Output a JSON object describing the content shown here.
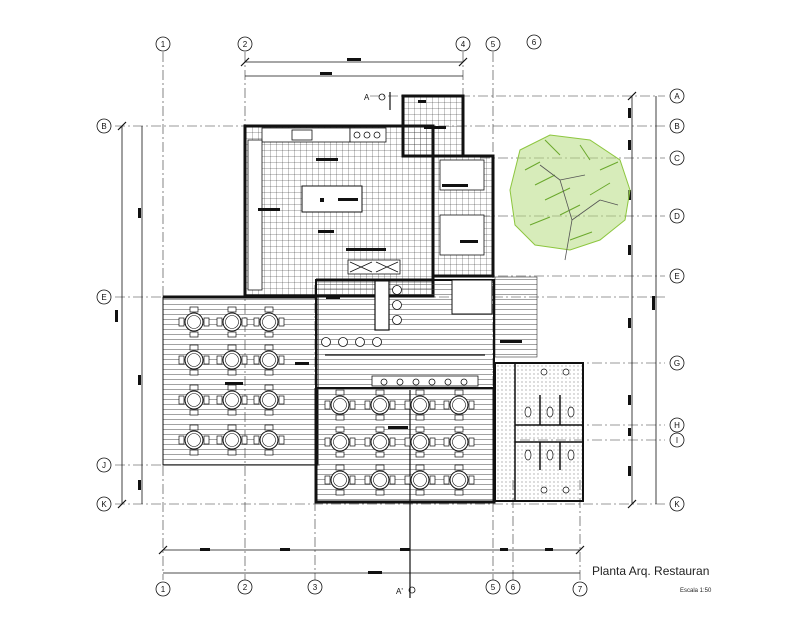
{
  "drawing": {
    "title": "Planta Arq. Restauran",
    "scale": "Escala 1:50",
    "colors": {
      "ink": "#111111",
      "tree": "#8dc63f",
      "paper": "#ffffff"
    }
  },
  "axes": {
    "top": [
      "1",
      "2",
      "4",
      "5",
      "6"
    ],
    "bottom": [
      "1",
      "2",
      "3",
      "5",
      "6",
      "7"
    ],
    "left": [
      "B",
      "E",
      "J",
      "K"
    ],
    "right": [
      "A",
      "B",
      "C",
      "D",
      "E",
      "G",
      "H",
      "I",
      "K"
    ]
  },
  "section_marks": {
    "top": "A",
    "bottom": "A'"
  }
}
